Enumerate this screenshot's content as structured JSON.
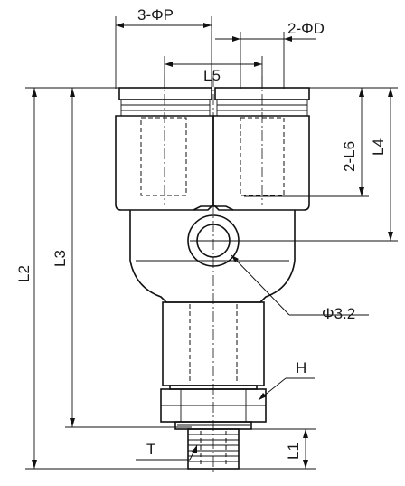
{
  "labels": {
    "port_diameter": "3-ΦP",
    "tube_diameter": "2-ΦD",
    "spacing": "L5",
    "insertion_depth": "2-L6",
    "height_l4": "L4",
    "height_l3": "L3",
    "height_l2": "L2",
    "height_l1": "L1",
    "hole": "Φ3.2",
    "hex": "H",
    "thread": "T"
  }
}
